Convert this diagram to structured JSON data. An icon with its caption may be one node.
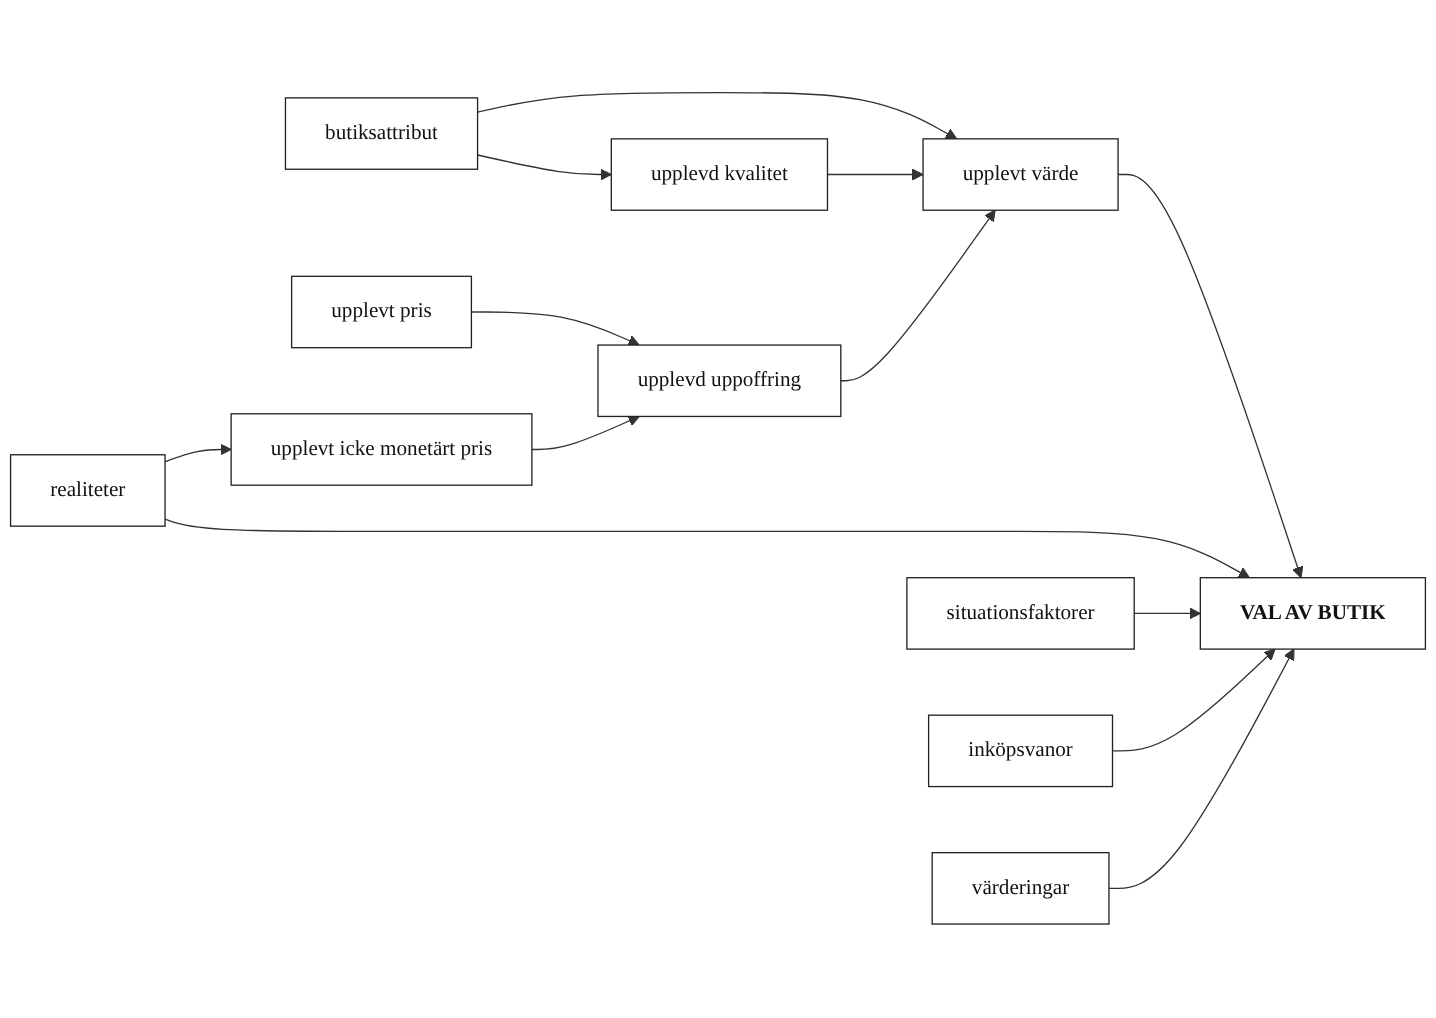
{
  "diagram": {
    "nodes": [
      {
        "text": [
          "butiksattribut"
        ]
      },
      {
        "text": [
          "upplevd kvalitet"
        ]
      },
      {
        "text": [
          "upplevt värde"
        ]
      },
      {
        "text": [
          "upplevt pris"
        ]
      },
      {
        "text": [
          "upplevd uppoffring"
        ]
      },
      {
        "text": [
          "VAL AV BUTIK"
        ]
      },
      {
        "text": [
          "upplevt icke monetärt pris"
        ]
      },
      {
        "text": [
          "realiteter"
        ]
      },
      {
        "text": [
          "situationsfaktorer"
        ]
      },
      {
        "text": [
          "inköpsvanor"
        ]
      },
      {
        "text": [
          "värderingar"
        ]
      }
    ],
    "edges": [
      {
        "from": 0,
        "to": 1,
        "arrow": "to"
      },
      {
        "from": 0,
        "to": 2,
        "arrow": "to"
      },
      {
        "from": 1,
        "to": 2,
        "arrow": "to"
      },
      {
        "from": 3,
        "to": 4,
        "arrow": "to"
      },
      {
        "from": 4,
        "to": 2,
        "arrow": "to"
      },
      {
        "from": 2,
        "to": 5,
        "arrow": "to"
      },
      {
        "from": 6,
        "to": 4,
        "arrow": "to"
      },
      {
        "from": 7,
        "to": 6,
        "arrow": "to"
      },
      {
        "from": 7,
        "to": 5,
        "arrow": "to"
      },
      {
        "from": 8,
        "to": 5,
        "arrow": "to"
      },
      {
        "from": 9,
        "to": 5,
        "arrow": "to"
      },
      {
        "from": 10,
        "to": 5,
        "arrow": "to"
      }
    ]
  }
}
